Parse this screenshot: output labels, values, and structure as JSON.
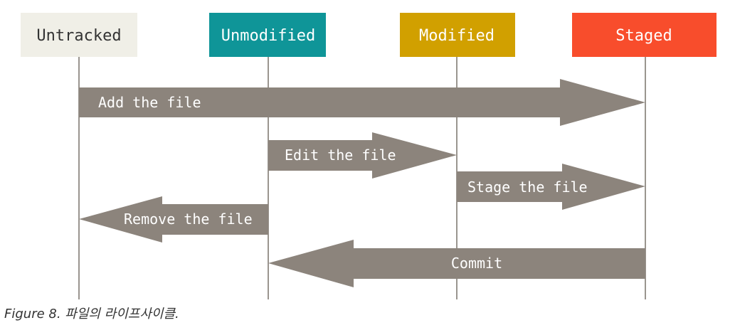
{
  "colors": {
    "untracked_box": "#f0efe7",
    "unmodified_box": "#0f9598",
    "modified_box": "#d1a000",
    "staged_box": "#f84d2c",
    "arrow_fill": "#8c847c",
    "lifeline": "#9a958f",
    "label_dark": "#333333",
    "label_light": "#ffffff"
  },
  "states": [
    {
      "id": "untracked",
      "label": "Untracked"
    },
    {
      "id": "unmodified",
      "label": "Unmodified"
    },
    {
      "id": "modified",
      "label": "Modified"
    },
    {
      "id": "staged",
      "label": "Staged"
    }
  ],
  "transitions": [
    {
      "id": "add-the-file",
      "from": "untracked",
      "to": "staged",
      "label": "Add the file"
    },
    {
      "id": "edit-the-file",
      "from": "unmodified",
      "to": "modified",
      "label": "Edit the file"
    },
    {
      "id": "stage-the-file",
      "from": "modified",
      "to": "staged",
      "label": "Stage the file"
    },
    {
      "id": "remove-the-file",
      "from": "unmodified",
      "to": "untracked",
      "label": "Remove the file"
    },
    {
      "id": "commit",
      "from": "staged",
      "to": "unmodified",
      "label": "Commit"
    }
  ],
  "caption": {
    "prefix": "Figure 8.",
    "text": " 파일의 라이프사이클."
  }
}
